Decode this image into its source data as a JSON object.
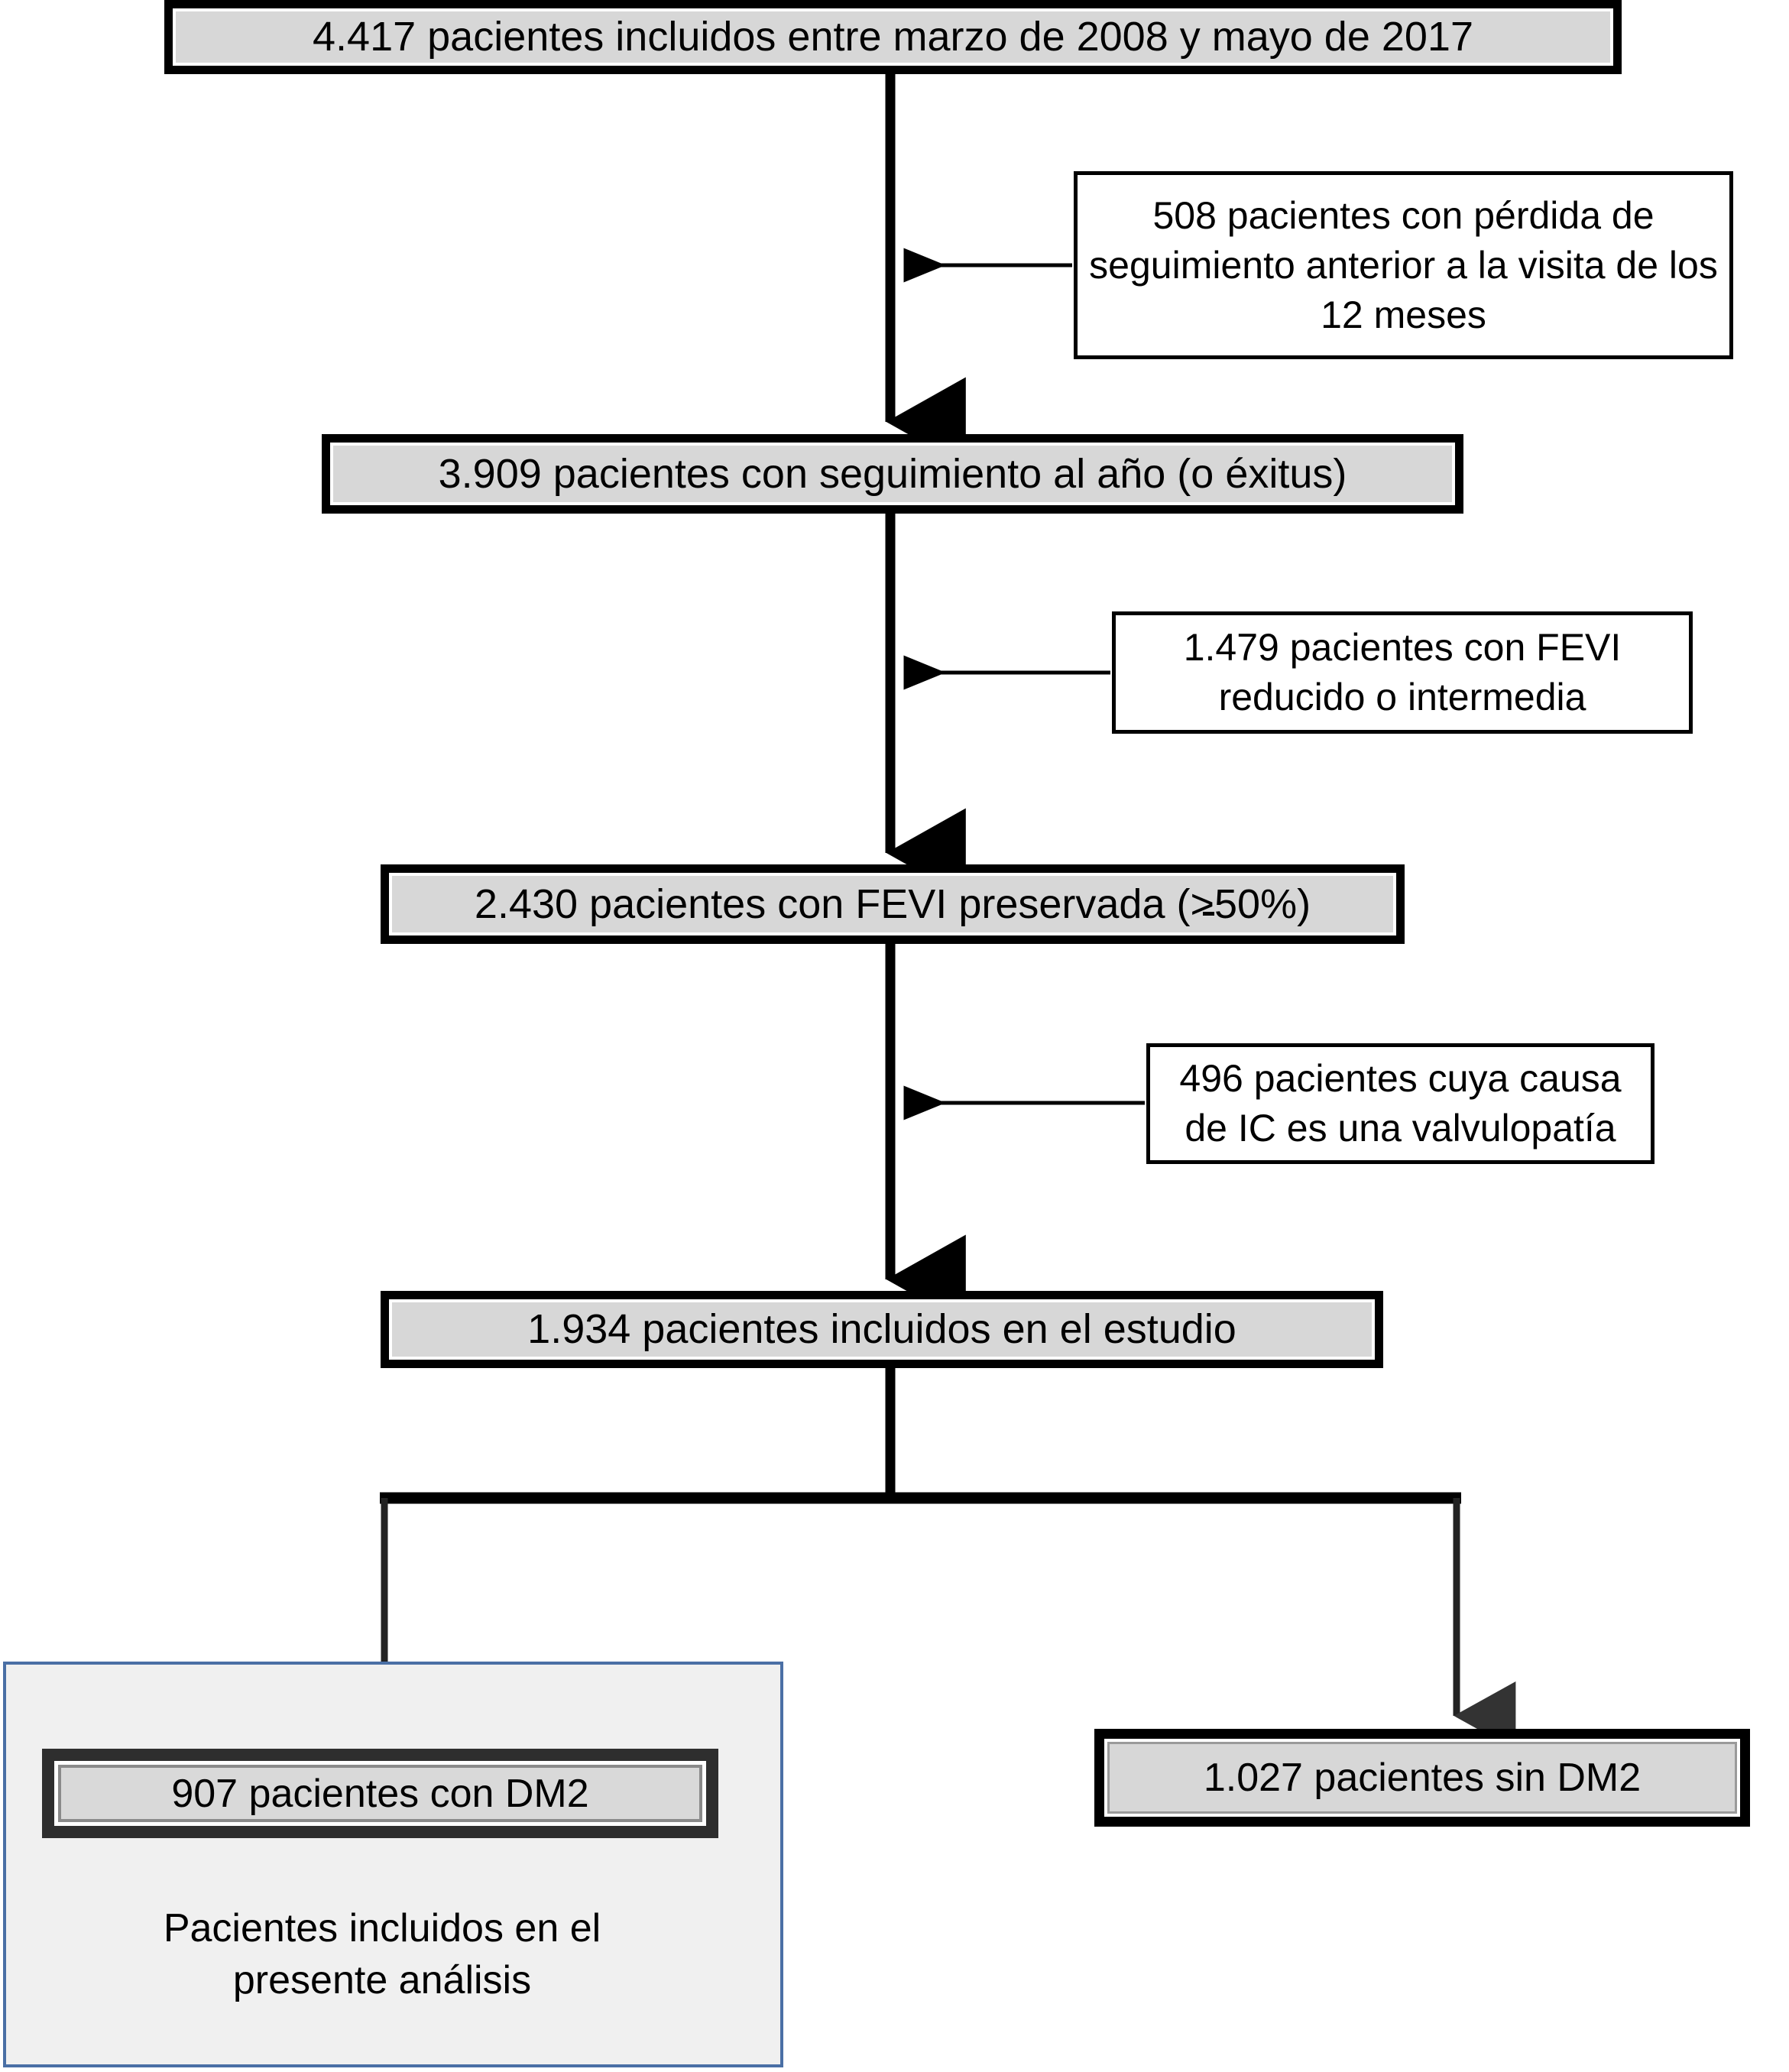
{
  "diagram": {
    "type": "flowchart",
    "title": "Diagrama de flujo de selección de pacientes",
    "language": "es",
    "colors": {
      "node_fill": "#d7d7d7",
      "node_border": "#000000",
      "exclusion_fill": "#ffffff",
      "panel_border": "#4a6fa5",
      "panel_fill": "#f0f0f0",
      "analysis_border": "#2e2e2e",
      "background": "#ffffff"
    }
  },
  "nodes": {
    "enrolled": {
      "label": "4.417 pacientes incluidos entre marzo de 2008 y mayo de 2017",
      "count": 4417
    },
    "followup": {
      "label": "3.909 pacientes con seguimiento al año (o éxitus)",
      "count": 3909
    },
    "preserved_pre": "2.430 pacientes con FEVI preservada (",
    "preserved_ge": ">",
    "preserved_post": "50%)",
    "preserved": {
      "label": "2.430 pacientes con FEVI preservada (≥50%)",
      "count": 2430
    },
    "included": {
      "label": "1.934 pacientes incluidos en el estudio",
      "count": 1934
    },
    "with_dm2": {
      "label": "907 pacientes con DM2",
      "count": 907
    },
    "without_dm2": {
      "label": "1.027 pacientes sin DM2",
      "count": 1027
    }
  },
  "exclusions": [
    {
      "id": "lost-followup",
      "label": "508 pacientes con pérdida de seguimiento anterior a la visita de los 12 meses",
      "count": 508
    },
    {
      "id": "reduced-lvef",
      "label": "1.479 pacientes con FEVI reducido o intermedia",
      "count": 1479
    },
    {
      "id": "valvular-cause",
      "label": "496 pacientes cuya causa de IC es una valvulopatía",
      "count": 496
    }
  ],
  "panel": {
    "caption_line1": "Pacientes incluidos en el",
    "caption_line2": "presente análisis",
    "caption": "Pacientes incluidos en el presente análisis"
  },
  "chart_data": {
    "type": "flow",
    "steps": [
      {
        "stage": "Incluidos entre marzo de 2008 y mayo de 2017",
        "n": 4417
      },
      {
        "stage": "Con seguimiento al año (o éxitus)",
        "n": 3909,
        "excluded": 508,
        "exclusion_reason": "Pérdida de seguimiento anterior a la visita de los 12 meses"
      },
      {
        "stage": "Con FEVI preservada (≥50%)",
        "n": 2430,
        "excluded": 1479,
        "exclusion_reason": "FEVI reducido o intermedia"
      },
      {
        "stage": "Incluidos en el estudio",
        "n": 1934,
        "excluded": 496,
        "exclusion_reason": "Causa de IC es una valvulopatía"
      }
    ],
    "final_split": [
      {
        "group": "Con DM2",
        "n": 907
      },
      {
        "group": "Sin DM2",
        "n": 1027
      }
    ]
  }
}
